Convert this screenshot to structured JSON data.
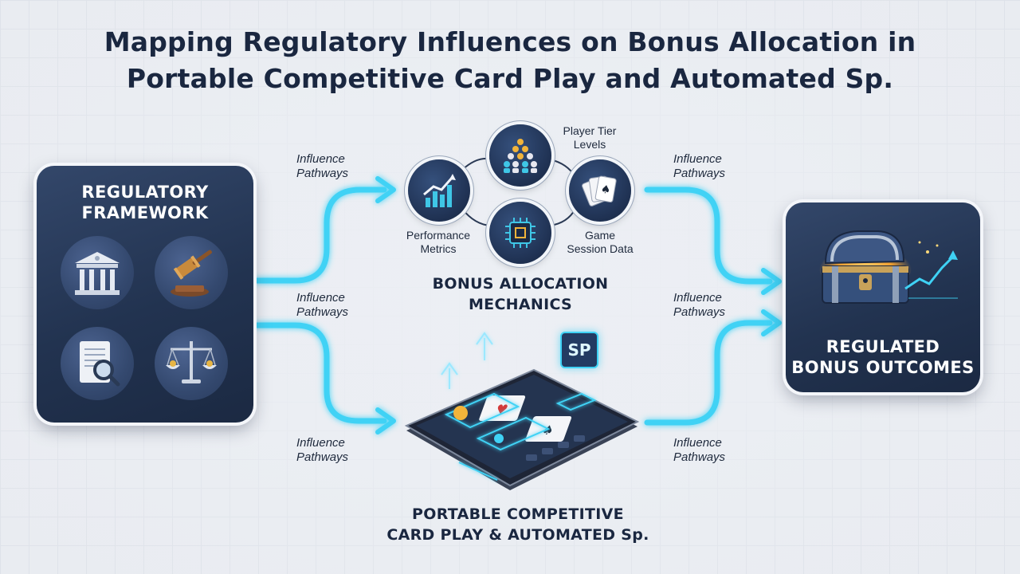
{
  "title": {
    "line1": "Mapping Regulatory Influences on Bonus Allocation in",
    "line2": "Portable Competitive Card Play and Automated Sp."
  },
  "regulatory": {
    "title_line1": "REGULATORY",
    "title_line2": "FRAMEWORK",
    "icons": [
      "courthouse-icon",
      "gavel-icon",
      "document-search-icon",
      "scales-icon"
    ]
  },
  "mechanics": {
    "label_line1": "BONUS ALLOCATION",
    "label_line2": "MECHANICS",
    "nodes": {
      "player_tier": {
        "icon": "pyramid-people-icon",
        "label_line1": "Player Tier",
        "label_line2": "Levels"
      },
      "performance": {
        "icon": "growth-chart-icon",
        "label_line1": "Performance",
        "label_line2": "Metrics"
      },
      "game_session": {
        "icon": "playing-cards-icon",
        "label_line1": "Game",
        "label_line2": "Session Data"
      },
      "processor": {
        "icon": "chip-icon"
      }
    }
  },
  "pathways": {
    "label_line1": "Influence",
    "label_line2": "Pathways"
  },
  "portable": {
    "label_line1": "PORTABLE COMPETITIVE",
    "label_line2": "CARD PLAY & AUTOMATED Sp.",
    "tablet_icon": "tablet-card-game-icon",
    "badge": "SP"
  },
  "outcomes": {
    "title_line1": "REGULATED",
    "title_line2": "BONUS OUTCOMES",
    "icon": "treasure-chest-icon"
  },
  "colors": {
    "flow": "#3fd2f5",
    "card_dark": "#223350",
    "title_text": "#1a2740"
  }
}
